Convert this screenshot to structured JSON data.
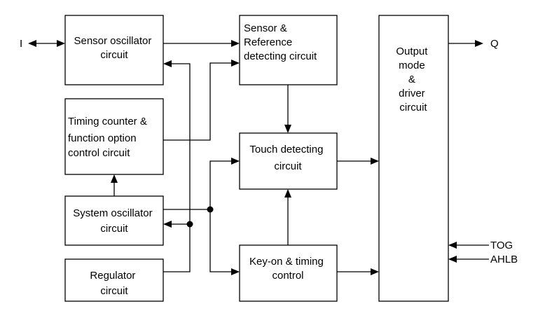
{
  "blocks": {
    "sensor_osc": [
      "Sensor oscillator",
      "circuit"
    ],
    "sensor_ref": [
      "Sensor &",
      "Reference",
      "detecting circuit"
    ],
    "timing": [
      "Timing counter &",
      "function option",
      "control circuit"
    ],
    "system_osc": [
      "System oscillator",
      "circuit"
    ],
    "regulator": [
      "Regulator",
      "circuit"
    ],
    "touch": [
      "Touch detecting",
      "circuit"
    ],
    "keyon": [
      "Key-on & timing",
      "control"
    ],
    "output": [
      "Output",
      "mode",
      "&",
      "driver",
      "circuit"
    ]
  },
  "pins": {
    "input": "I",
    "output": "Q",
    "tog": "TOG",
    "ahlb": "AHLB"
  }
}
